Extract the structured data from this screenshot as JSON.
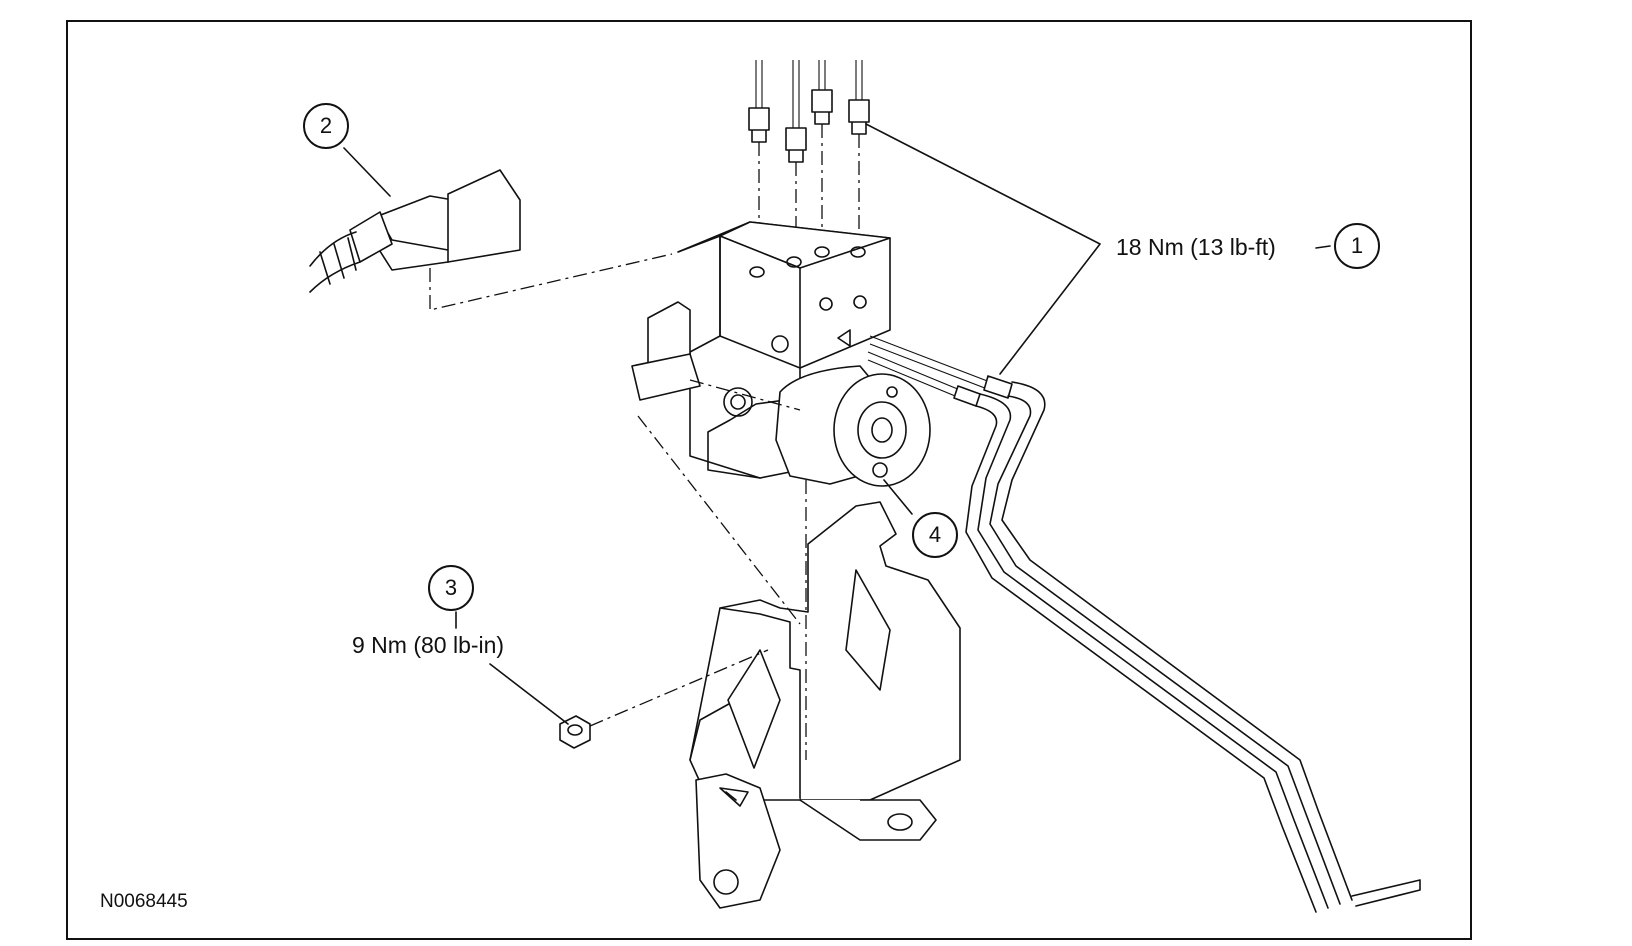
{
  "figure_id": "N0068445",
  "callouts": [
    {
      "number": "1",
      "torque": "18 Nm (13 lb-ft)"
    },
    {
      "number": "2"
    },
    {
      "number": "3",
      "torque": "9 Nm (80 lb-in)"
    },
    {
      "number": "4"
    }
  ]
}
